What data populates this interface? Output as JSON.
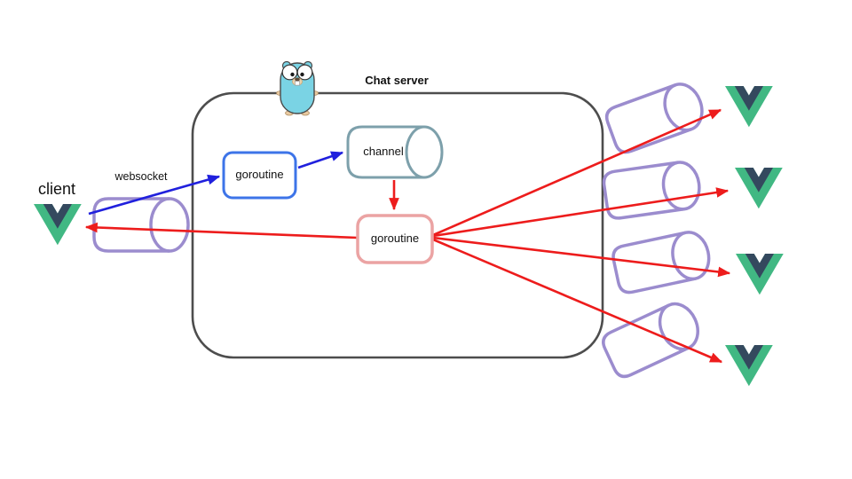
{
  "title": "Chat server",
  "labels": {
    "client": "client",
    "websocket": "websocket",
    "reader_goroutine": "goroutine",
    "channel": "channel",
    "writer_goroutine": "goroutine"
  },
  "icons": {
    "gopher": "go-gopher-mascot",
    "vue": "vuejs-logo",
    "pipe": "connection-pipe-cylinder"
  },
  "colors": {
    "inbound_arrow_blue": "#2020dd",
    "outbound_arrow_red": "#ed1c1c",
    "reader_box_border": "#3d74e8",
    "writer_box_border": "#eba3a3",
    "channel_border": "#7da0ab",
    "pipe_border": "#9b8cce",
    "server_border": "#4d4d4d",
    "vue_green": "#41b883",
    "vue_dark": "#34495e",
    "gopher_body": "#7ad3e4"
  },
  "connections": [
    {
      "from": "client",
      "to": "reader goroutine",
      "via": "websocket",
      "color": "blue"
    },
    {
      "from": "reader goroutine",
      "to": "channel",
      "color": "blue"
    },
    {
      "from": "channel",
      "to": "writer goroutine",
      "color": "red"
    },
    {
      "from": "writer goroutine",
      "to": "client",
      "color": "red"
    },
    {
      "from": "writer goroutine",
      "to": "right client 1",
      "color": "red"
    },
    {
      "from": "writer goroutine",
      "to": "right client 2",
      "color": "red"
    },
    {
      "from": "writer goroutine",
      "to": "right client 3",
      "color": "red"
    },
    {
      "from": "writer goroutine",
      "to": "right client 4",
      "color": "red"
    }
  ]
}
